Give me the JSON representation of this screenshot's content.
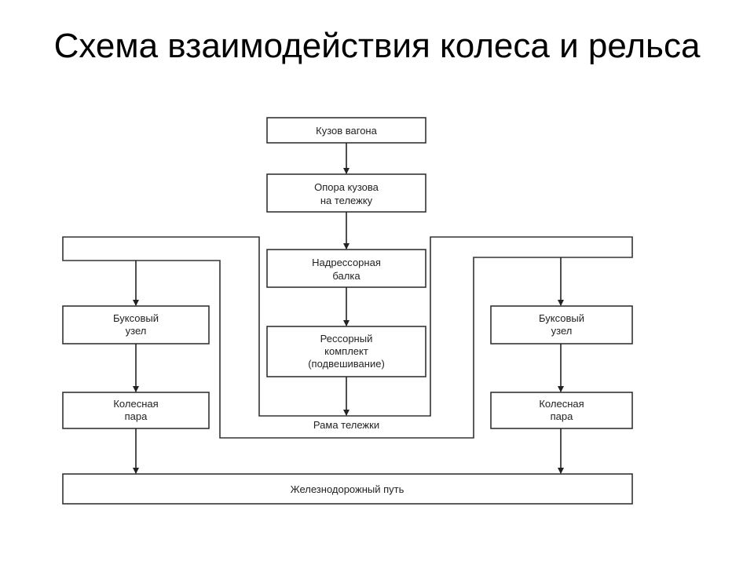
{
  "title": "Схема взаимодействия колеса и рельса",
  "nodes": {
    "car_body": "Кузов вагона",
    "body_support": [
      "Опора кузова",
      "на тележку"
    ],
    "bolster": [
      "Надрессорная",
      "балка"
    ],
    "spring_set": [
      "Рессорный",
      "комплект",
      "(подвешивание)"
    ],
    "bogie_frame": "Рама тележки",
    "axle_box_left": [
      "Буксовый",
      "узел"
    ],
    "axle_box_right": [
      "Буксовый",
      "узел"
    ],
    "wheelset_left": [
      "Колесная",
      "пара"
    ],
    "wheelset_right": [
      "Колесная",
      "пара"
    ],
    "track": "Железнодорожный путь"
  }
}
